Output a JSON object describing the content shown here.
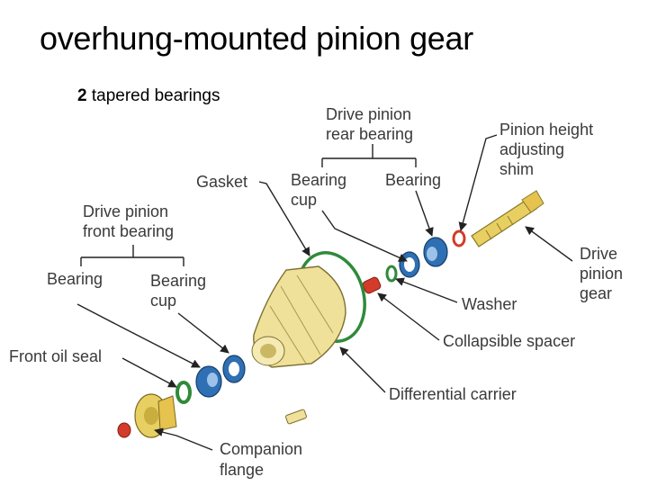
{
  "slide": {
    "title": "overhung-mounted pinion gear",
    "subtitle_count": "2",
    "subtitle_text": " tapered bearings"
  },
  "labels": {
    "rear_bearing_l1": "Drive pinion",
    "rear_bearing_l2": "rear bearing",
    "pinion_shim_l1": "Pinion height",
    "pinion_shim_l2": "adjusting",
    "pinion_shim_l3": "shim",
    "gasket": "Gasket",
    "bearing_cup_rear_l1": "Bearing",
    "bearing_cup_rear_l2": "cup",
    "bearing_rear": "Bearing",
    "front_bearing_l1": "Drive pinion",
    "front_bearing_l2": "front bearing",
    "drive_gear_l1": "Drive",
    "drive_gear_l2": "pinion",
    "drive_gear_l3": "gear",
    "bearing_front": "Bearing",
    "bearing_cup_front_l1": "Bearing",
    "bearing_cup_front_l2": "cup",
    "washer": "Washer",
    "front_oil_seal": "Front oil seal",
    "collapsible_spacer": "Collapsible spacer",
    "differential_carrier": "Differential carrier",
    "companion_flange_l1": "Companion",
    "companion_flange_l2": "flange"
  },
  "colors": {
    "bearing_blue": "#2f6fb3",
    "seal_green": "#2f8a3a",
    "shim_red": "#d43b2a",
    "carrier_yellow": "#efe19a",
    "gear_yellow": "#e8cf62",
    "leader_line": "#222222"
  }
}
